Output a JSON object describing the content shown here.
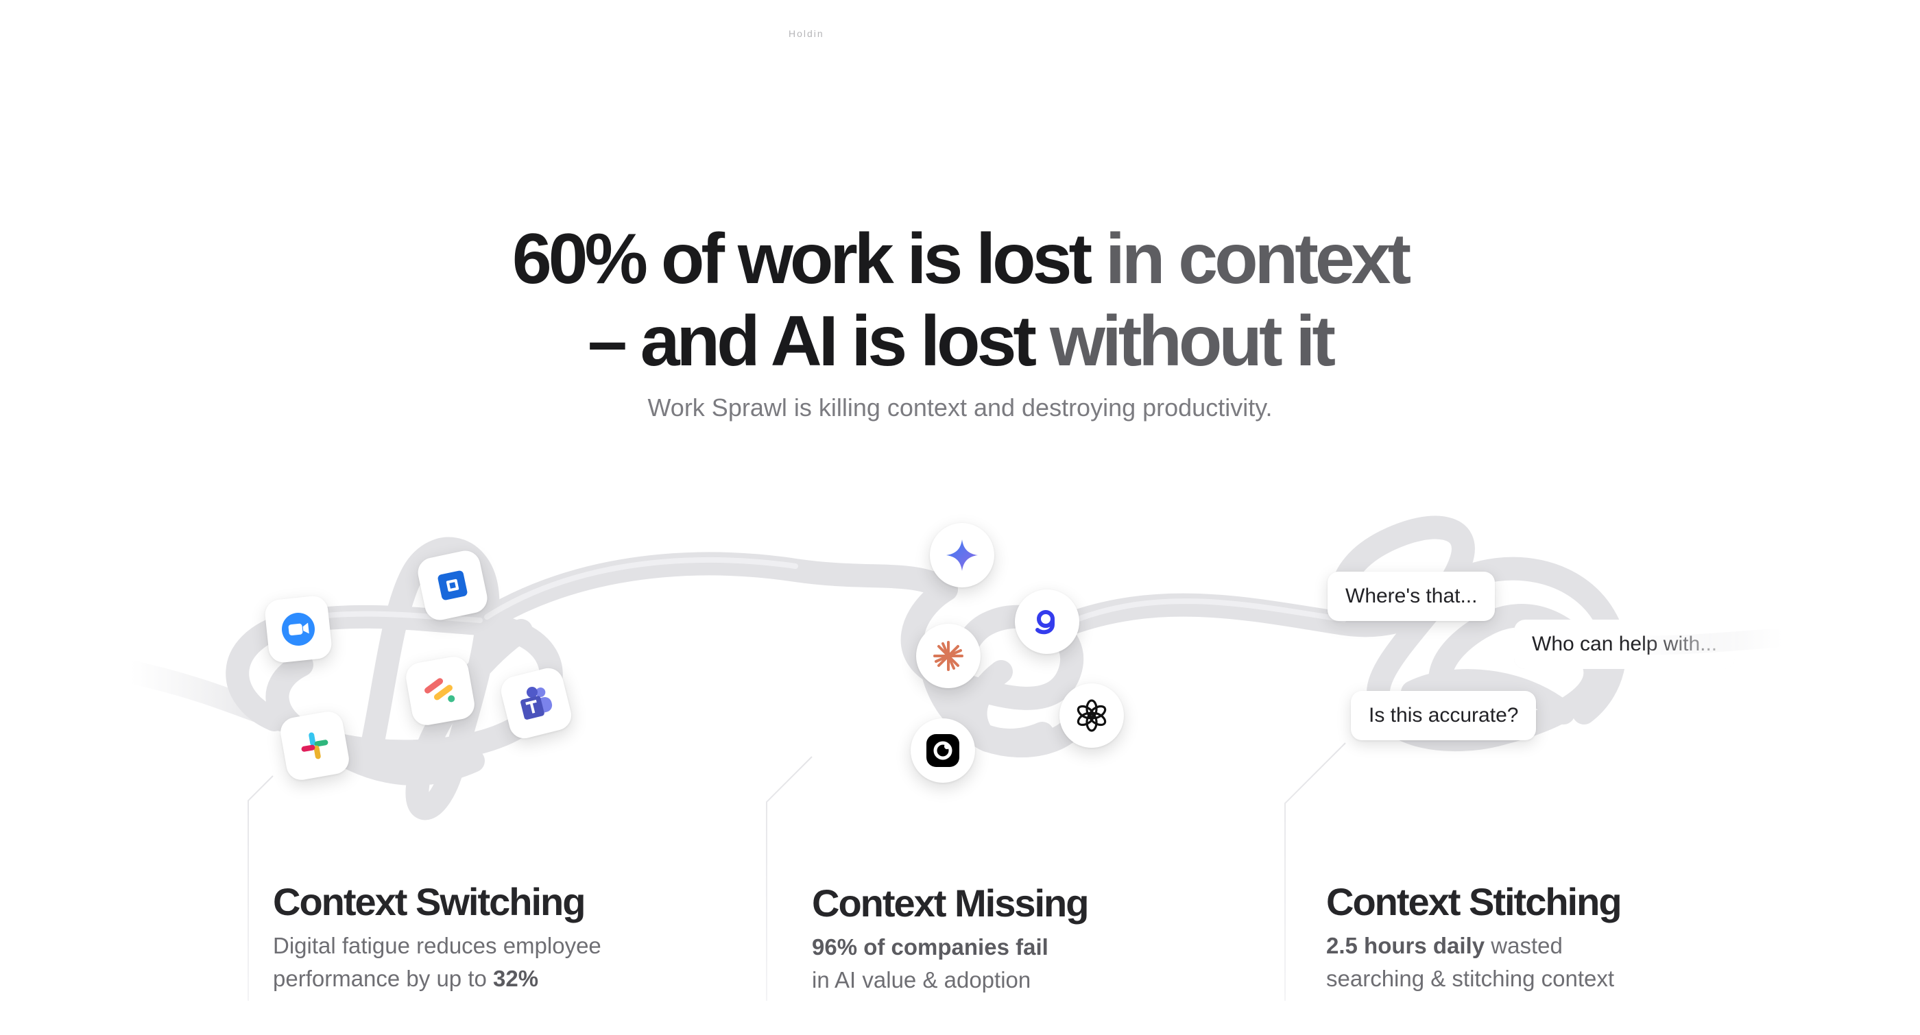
{
  "top_fragment": "Holdin",
  "headline": {
    "line1_dark": "60% of work is lost",
    "line1_grey": " in context",
    "line2_dark": "– and AI is lost",
    "line2_grey": " without it"
  },
  "subtitle": "Work Sprawl is killing context and destroying productivity.",
  "app_icons": [
    {
      "name": "zoom-icon",
      "color": "#2D8CFF"
    },
    {
      "name": "jira-icon",
      "color": "#1868DB"
    },
    {
      "name": "asana-icon",
      "colors": [
        "#F06A6A",
        "#FDBE3F",
        "#3DBE8B"
      ]
    },
    {
      "name": "teams-icon",
      "color": "#5059C9"
    },
    {
      "name": "slack-icon",
      "colors": [
        "#E01E5A",
        "#36C5F0",
        "#2EB67D",
        "#ECB22E"
      ]
    }
  ],
  "ai_icons": [
    {
      "name": "gemini-icon",
      "color": "#4A7FE8"
    },
    {
      "name": "glean-icon",
      "color": "#343CED"
    },
    {
      "name": "claude-icon",
      "color": "#D97757"
    },
    {
      "name": "chatgpt-icon",
      "color": "#111111"
    },
    {
      "name": "copilot-icon",
      "color": "#000000"
    }
  ],
  "questions": [
    "Where's that...",
    "Who can help with...",
    "Is this accurate?"
  ],
  "cards": [
    {
      "title": "Context Switching",
      "body_line1": "Digital fatigue reduces employee",
      "body_line2_pre": "performance by up to ",
      "body_line2_bold": "32%"
    },
    {
      "title": "Context Missing",
      "body_line1_bold": "96% of companies fail",
      "body_line2": "in AI value & adoption"
    },
    {
      "title": "Context Stitching",
      "body_line1_bold": "2.5 hours daily",
      "body_line1_post": " wasted",
      "body_line2": "searching & stitching context"
    }
  ]
}
